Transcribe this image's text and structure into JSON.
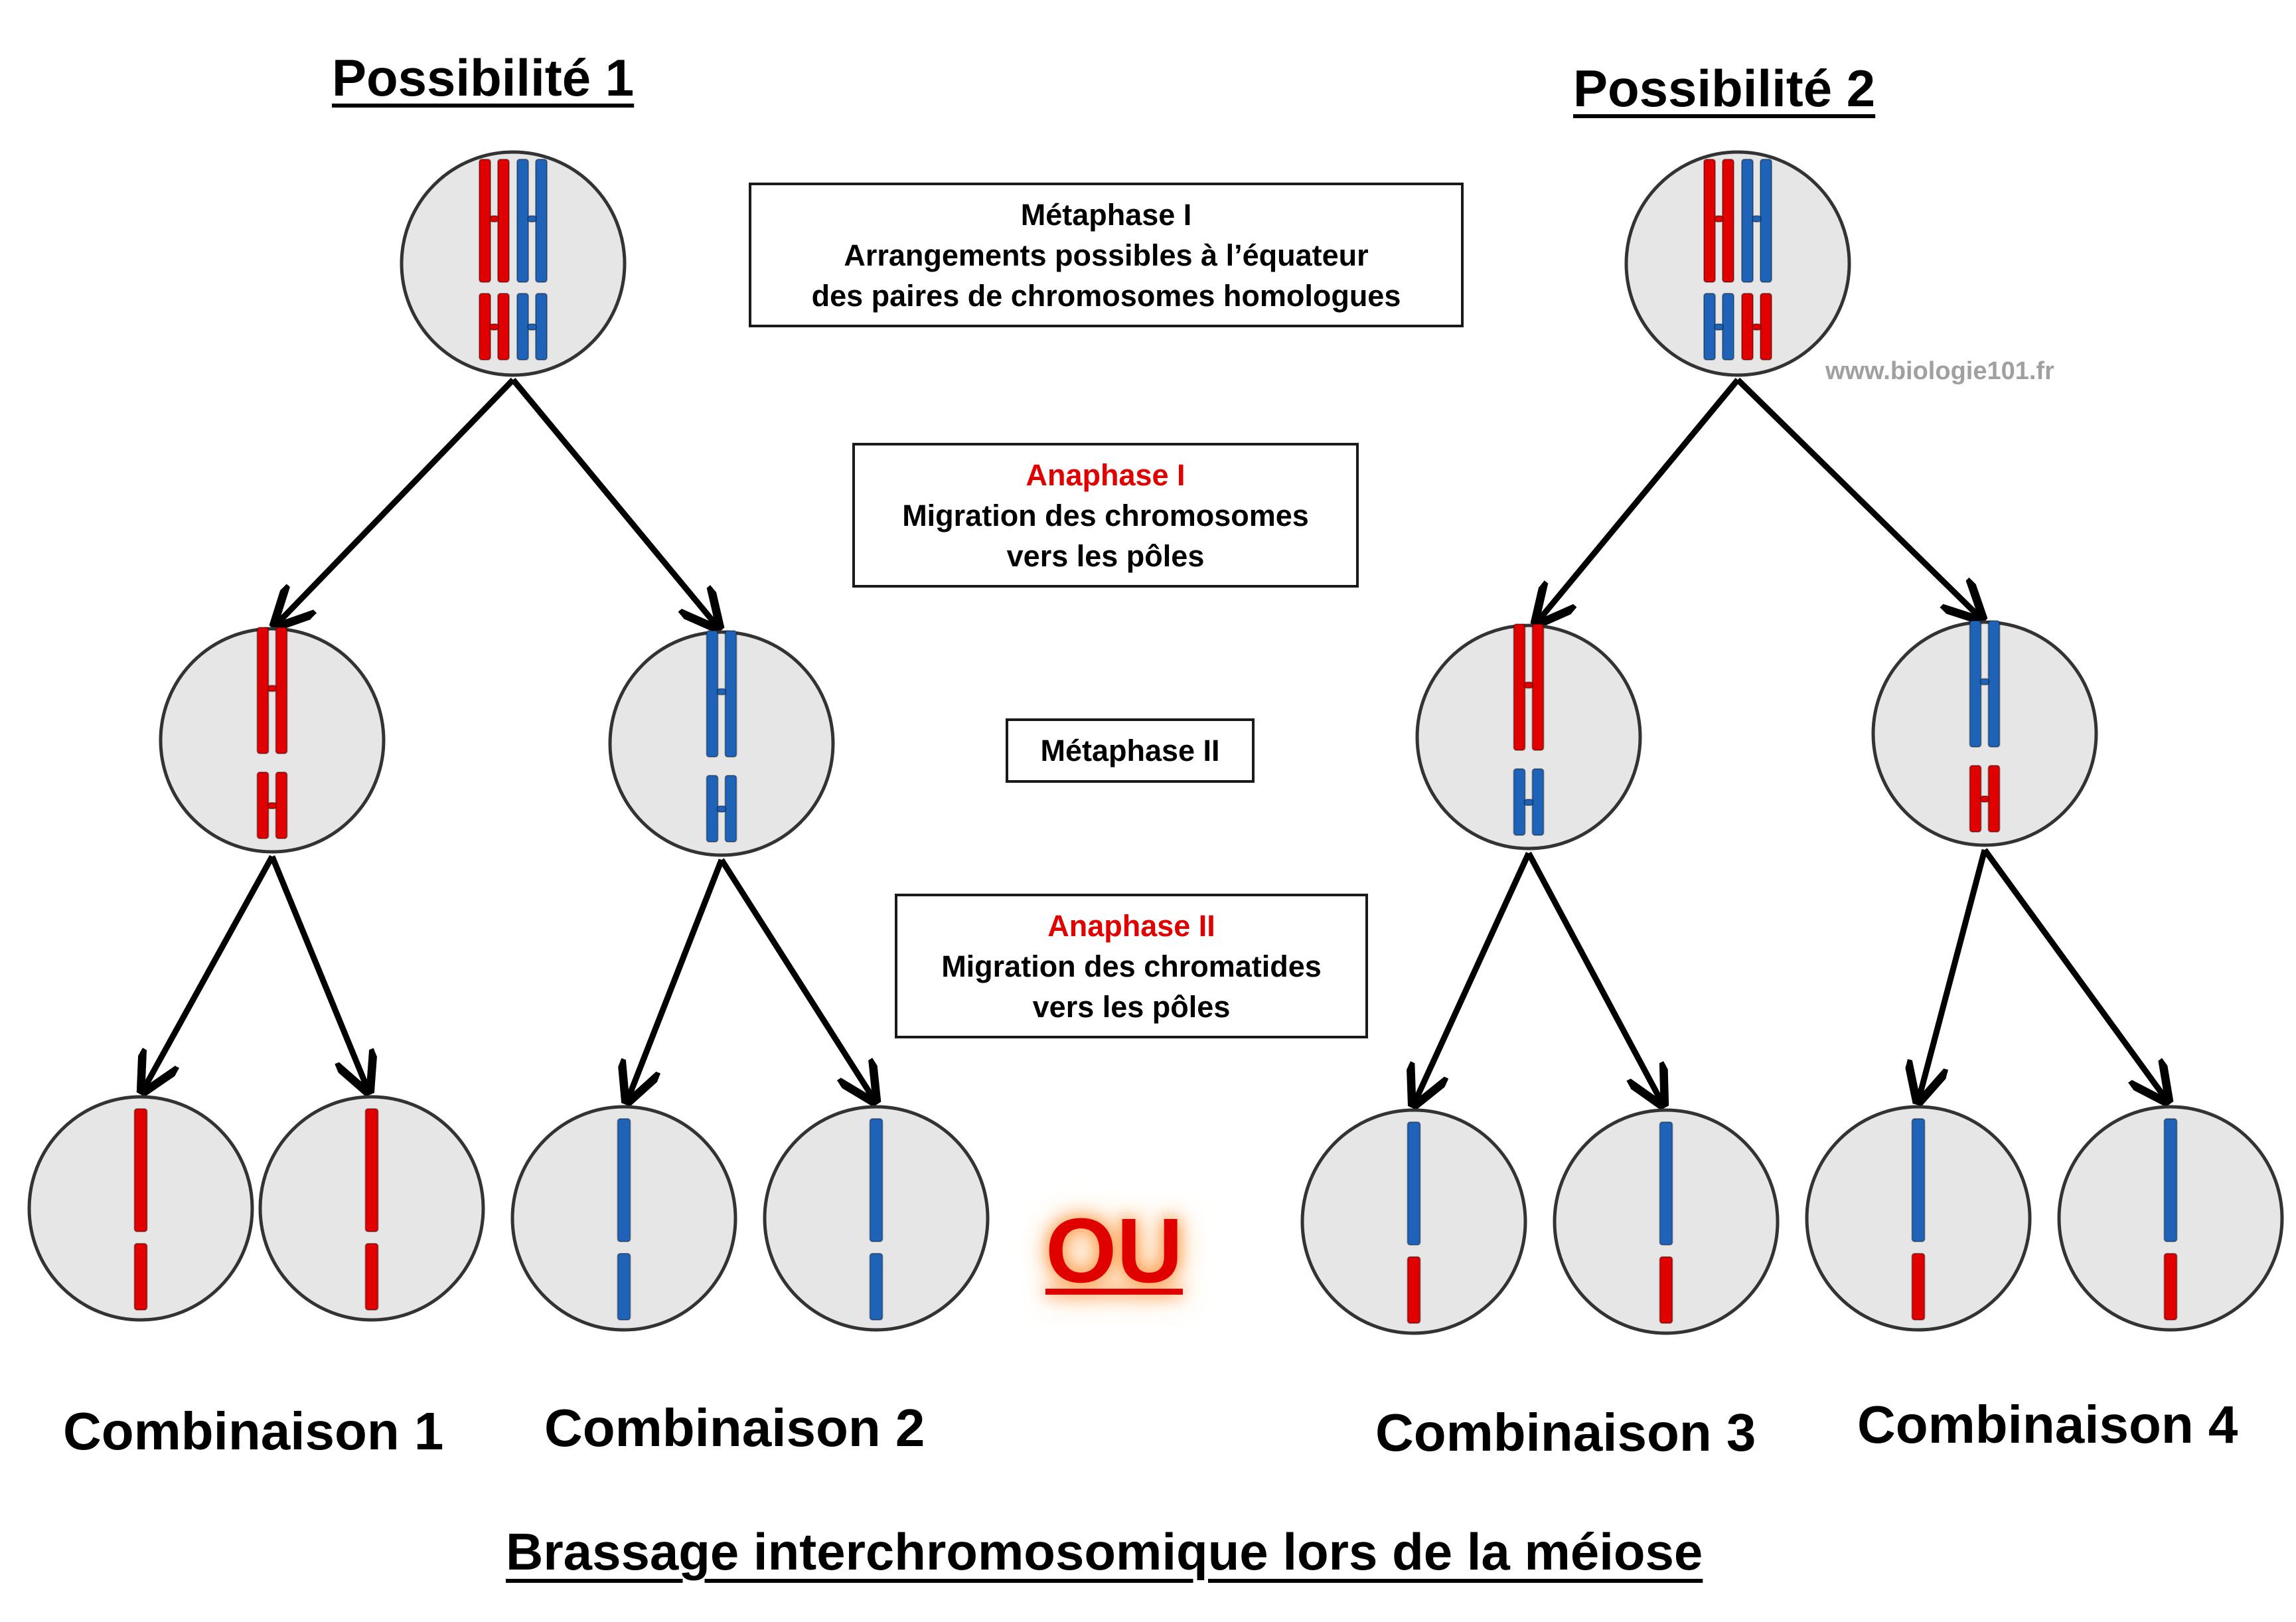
{
  "titles": {
    "possibility_1": "Possibilité 1",
    "possibility_2": "Possibilité 2",
    "main": "Brassage interchromosomique lors de la méiose"
  },
  "boxes": {
    "metaphase1": {
      "line1": "Métaphase I",
      "line2": "Arrangements possibles à l’équateur",
      "line3": "des paires de chromosomes homologues"
    },
    "anaphase1": {
      "line1": "Anaphase I",
      "line2": "Migration des chromosomes",
      "line3": "vers les pôles"
    },
    "metaphase2": {
      "line1": "Métaphase II"
    },
    "anaphase2": {
      "line1": "Anaphase II",
      "line2": "Migration des chromatides",
      "line3": "vers les pôles"
    }
  },
  "separator": "OU",
  "watermark": "www.biologie101.fr",
  "combinations": [
    "Combinaison 1",
    "Combinaison 2",
    "Combinaison 3",
    "Combinaison 4"
  ],
  "colors": {
    "red_chromosome": "#e00000",
    "blue_chromosome": "#1f63b8",
    "cell_fill": "#e6e6e6",
    "cell_stroke": "#333333",
    "highlight_text": "#e00000"
  }
}
